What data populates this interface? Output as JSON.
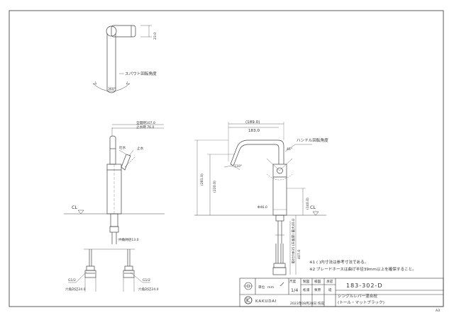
{
  "top_view": {
    "label_spout_rotation": "スパウト回転角度",
    "angle_360": "360°",
    "dim_vertical": "23.0"
  },
  "side_view": {
    "dim_total_a": "全開時107.0",
    "dim_total_b": "止水時 76.0",
    "label_open": "吐水",
    "label_close": "止水",
    "cl_label": "CL",
    "dim_hex_13": "六角対辺13.0",
    "dim_g_left": "G1/2",
    "dim_g_right": "G1/2",
    "dim_hex_24_left": "六角対辺24.0",
    "dim_hex_24_right": "六角対辺24.0"
  },
  "front_view": {
    "dim_top_189": "(189.0)",
    "dim_top_183": "183.0",
    "label_handle_rotation": "ハンドル回転角度",
    "angle_110": "110°",
    "angle_45": "45°",
    "dim_281": "(281.0)",
    "dim_220": "(220.0)",
    "dim_140": "(140.0)",
    "dim_dia_46": "Φ46.0",
    "cl_label": "CL",
    "dim_mount": "取付穴Φ35 (天板厚) 最大40.0",
    "dim_hose": "407.0"
  },
  "notes": {
    "note1": "※1 ( )内寸法は参考寸法である。",
    "note2": "※2 ブレードホースは曲げ半径39mm以上を確保すること。"
  },
  "title_block": {
    "unit_label": "単位",
    "unit_value": "mm",
    "scale_label": "尺度",
    "scale_value": "1/4",
    "col_drawing": "製図",
    "col_check": "検図",
    "col_approve": "承認",
    "name_drawing": "松浦",
    "name_check": "栗原",
    "name_approve": "堤",
    "brand": "KAKUDAI",
    "product_no": "183-302-D",
    "product_name_1": "シングルレバー混合栓",
    "product_name_2": "(トール・マットブラック)",
    "date": "2023年08月28日 作成",
    "sheet_size": "A3"
  }
}
